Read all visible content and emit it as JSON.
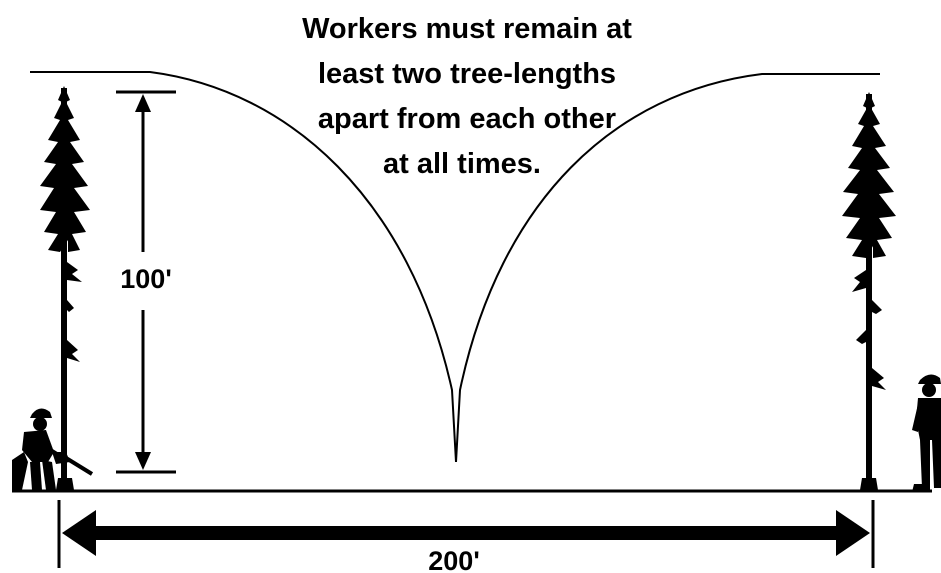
{
  "caption": {
    "line1": "Workers must remain at",
    "line2": "least two tree-lengths",
    "line3": "apart from each other",
    "line4": "at all times."
  },
  "dimensions": {
    "tree_height_label": "100'",
    "separation_label": "200'"
  },
  "colors": {
    "ink": "#000000",
    "background": "#ffffff"
  }
}
